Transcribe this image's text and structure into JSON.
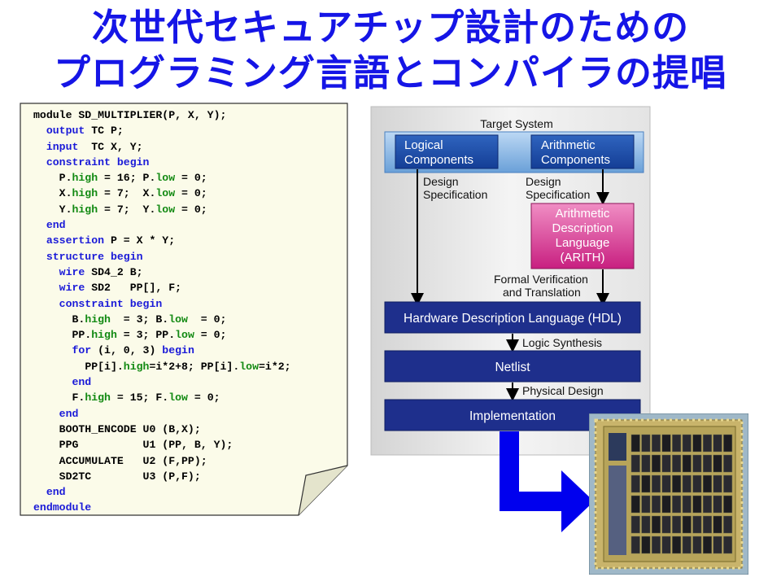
{
  "title": {
    "line1": "次世代セキュアチップ設計のための",
    "line2": "プログラミング言語とコンパイラの提唱"
  },
  "code_lines": [
    {
      "indent": "",
      "parts": [
        {
          "k": "n",
          "t": "module SD_MULTIPLIER(P, X, Y);"
        }
      ]
    },
    {
      "indent": "  ",
      "parts": [
        {
          "k": "kw",
          "t": "output"
        },
        {
          "k": "n",
          "t": " TC P;"
        }
      ]
    },
    {
      "indent": "  ",
      "parts": [
        {
          "k": "kw",
          "t": "input"
        },
        {
          "k": "n",
          "t": "  TC X, Y;"
        }
      ]
    },
    {
      "indent": "  ",
      "parts": [
        {
          "k": "kw",
          "t": "constraint begin"
        }
      ]
    },
    {
      "indent": "    ",
      "parts": [
        {
          "k": "n",
          "t": "P."
        },
        {
          "k": "at",
          "t": "high"
        },
        {
          "k": "n",
          "t": " = 16; P."
        },
        {
          "k": "at",
          "t": "low"
        },
        {
          "k": "n",
          "t": " = 0;"
        }
      ]
    },
    {
      "indent": "    ",
      "parts": [
        {
          "k": "n",
          "t": "X."
        },
        {
          "k": "at",
          "t": "high"
        },
        {
          "k": "n",
          "t": " = 7;  X."
        },
        {
          "k": "at",
          "t": "low"
        },
        {
          "k": "n",
          "t": " = 0;"
        }
      ]
    },
    {
      "indent": "    ",
      "parts": [
        {
          "k": "n",
          "t": "Y."
        },
        {
          "k": "at",
          "t": "high"
        },
        {
          "k": "n",
          "t": " = 7;  Y."
        },
        {
          "k": "at",
          "t": "low"
        },
        {
          "k": "n",
          "t": " = 0;"
        }
      ]
    },
    {
      "indent": "  ",
      "parts": [
        {
          "k": "kw",
          "t": "end"
        }
      ]
    },
    {
      "indent": "  ",
      "parts": [
        {
          "k": "kw",
          "t": "assertion"
        },
        {
          "k": "n",
          "t": " P = X * Y;"
        }
      ]
    },
    {
      "indent": "  ",
      "parts": [
        {
          "k": "kw",
          "t": "structure begin"
        }
      ]
    },
    {
      "indent": "    ",
      "parts": [
        {
          "k": "kw",
          "t": "wire"
        },
        {
          "k": "n",
          "t": " SD4_2 B;"
        }
      ]
    },
    {
      "indent": "    ",
      "parts": [
        {
          "k": "kw",
          "t": "wire"
        },
        {
          "k": "n",
          "t": " SD2   PP[], F;"
        }
      ]
    },
    {
      "indent": "    ",
      "parts": [
        {
          "k": "kw",
          "t": "constraint begin"
        }
      ]
    },
    {
      "indent": "      ",
      "parts": [
        {
          "k": "n",
          "t": "B."
        },
        {
          "k": "at",
          "t": "high"
        },
        {
          "k": "n",
          "t": "  = 3; B."
        },
        {
          "k": "at",
          "t": "low"
        },
        {
          "k": "n",
          "t": "  = 0;"
        }
      ]
    },
    {
      "indent": "      ",
      "parts": [
        {
          "k": "n",
          "t": "PP."
        },
        {
          "k": "at",
          "t": "high"
        },
        {
          "k": "n",
          "t": " = 3; PP."
        },
        {
          "k": "at",
          "t": "low"
        },
        {
          "k": "n",
          "t": " = 0;"
        }
      ]
    },
    {
      "indent": "      ",
      "parts": [
        {
          "k": "kw",
          "t": "for"
        },
        {
          "k": "n",
          "t": " (i, 0, 3) "
        },
        {
          "k": "kw",
          "t": "begin"
        }
      ]
    },
    {
      "indent": "        ",
      "parts": [
        {
          "k": "n",
          "t": "PP[i]."
        },
        {
          "k": "at",
          "t": "high"
        },
        {
          "k": "n",
          "t": "=i*2+8; PP[i]."
        },
        {
          "k": "at",
          "t": "low"
        },
        {
          "k": "n",
          "t": "=i*2;"
        }
      ]
    },
    {
      "indent": "      ",
      "parts": [
        {
          "k": "kw",
          "t": "end"
        }
      ]
    },
    {
      "indent": "      ",
      "parts": [
        {
          "k": "n",
          "t": "F."
        },
        {
          "k": "at",
          "t": "high"
        },
        {
          "k": "n",
          "t": " = 15; F."
        },
        {
          "k": "at",
          "t": "low"
        },
        {
          "k": "n",
          "t": " = 0;"
        }
      ]
    },
    {
      "indent": "    ",
      "parts": [
        {
          "k": "kw",
          "t": "end"
        }
      ]
    },
    {
      "indent": "    ",
      "parts": [
        {
          "k": "n",
          "t": "BOOTH_ENCODE U0 (B,X);"
        }
      ]
    },
    {
      "indent": "    ",
      "parts": [
        {
          "k": "n",
          "t": "PPG          U1 (PP, B, Y);"
        }
      ]
    },
    {
      "indent": "    ",
      "parts": [
        {
          "k": "n",
          "t": "ACCUMULATE   U2 (F,PP);"
        }
      ]
    },
    {
      "indent": "    ",
      "parts": [
        {
          "k": "n",
          "t": "SD2TC        U3 (P,F);"
        }
      ]
    },
    {
      "indent": "  ",
      "parts": [
        {
          "k": "kw",
          "t": "end"
        }
      ]
    },
    {
      "indent": "",
      "parts": [
        {
          "k": "kw",
          "t": "endmodule"
        }
      ]
    }
  ],
  "flow": {
    "target_system": "Target System",
    "logical": [
      "Logical",
      "Components"
    ],
    "arithmetic": [
      "Arithmetic",
      "Components"
    ],
    "design_spec_left": [
      "Design",
      "Specification"
    ],
    "design_spec_right": [
      "Design",
      "Specification"
    ],
    "arith": [
      "Arithmetic",
      "Description",
      "Language",
      "(ARITH)"
    ],
    "formal": [
      "Formal Verification",
      "and Translation"
    ],
    "hdl": "Hardware Description Language (HDL)",
    "logic_synthesis": "Logic Synthesis",
    "netlist": "Netlist",
    "physical_design": "Physical Design",
    "implementation": "Implementation"
  },
  "colors": {
    "title": "#1515e6",
    "keyword": "#1a1ad8",
    "attribute": "#138a13",
    "box_blue": "#1e2f8c",
    "arith_pink": "#d42c8e",
    "arrow_blue": "#0000ee"
  }
}
